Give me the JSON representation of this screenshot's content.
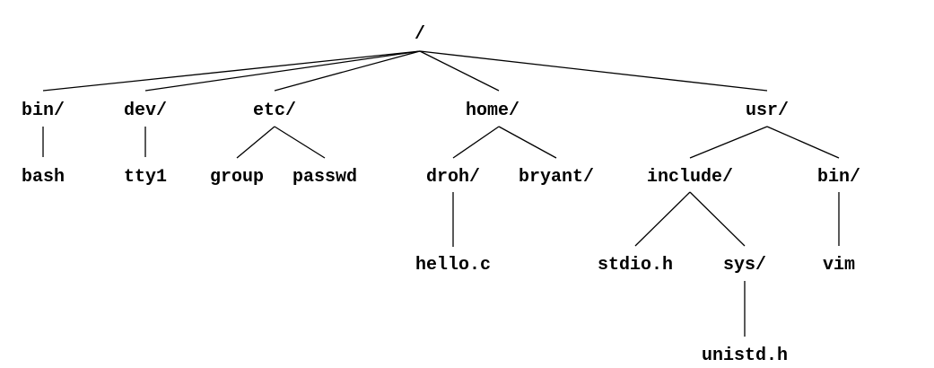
{
  "tree": {
    "root": "/",
    "nodes": {
      "root": "/",
      "bin": "bin/",
      "dev": "dev/",
      "etc": "etc/",
      "home": "home/",
      "usr": "usr/",
      "bash": "bash",
      "tty1": "tty1",
      "group": "group",
      "passwd": "passwd",
      "droh": "droh/",
      "bryant": "bryant/",
      "include": "include/",
      "usr_bin": "bin/",
      "hello": "hello.c",
      "stdio": "stdio.h",
      "sys": "sys/",
      "vim": "vim",
      "unistd": "unistd.h"
    },
    "children": {
      "root": [
        "bin",
        "dev",
        "etc",
        "home",
        "usr"
      ],
      "bin": [
        "bash"
      ],
      "dev": [
        "tty1"
      ],
      "etc": [
        "group",
        "passwd"
      ],
      "home": [
        "droh",
        "bryant"
      ],
      "usr": [
        "include",
        "usr_bin"
      ],
      "droh": [
        "hello"
      ],
      "include": [
        "stdio",
        "sys"
      ],
      "usr_bin": [
        "vim"
      ],
      "sys": [
        "unistd"
      ]
    }
  }
}
